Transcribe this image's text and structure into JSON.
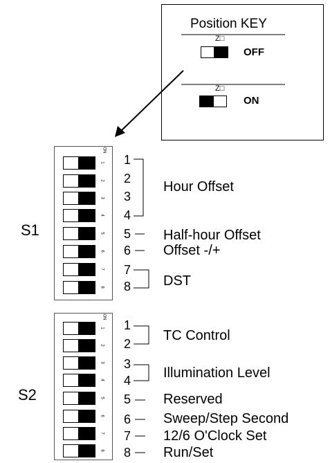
{
  "key": {
    "title": "Position KEY",
    "on_letters": "Z□",
    "off_label": "OFF",
    "on_label": "ON"
  },
  "banks": [
    {
      "name": "S1",
      "switch_numbers": [
        "1",
        "2",
        "3",
        "4",
        "5",
        "6",
        "7",
        "8"
      ],
      "switch_state": [
        "off",
        "off",
        "off",
        "off",
        "off",
        "off",
        "off",
        "off"
      ],
      "pins": [
        "1",
        "2",
        "3",
        "4",
        "5",
        "6",
        "7",
        "8"
      ],
      "functions": [
        "Hour Offset",
        "Half-hour Offset",
        "Offset  -/+",
        "DST"
      ]
    },
    {
      "name": "S2",
      "switch_numbers": [
        "1",
        "2",
        "3",
        "4",
        "5",
        "6",
        "7",
        "8"
      ],
      "switch_state": [
        "off",
        "off",
        "off",
        "off",
        "off",
        "off",
        "off",
        "off"
      ],
      "pins": [
        "1",
        "2",
        "3",
        "4",
        "5",
        "6",
        "7",
        "8"
      ],
      "functions": [
        "TC Control",
        "Illumination Level",
        "Reserved",
        "Sweep/Step Second",
        "12/6 O'Clock Set",
        "Run/Set"
      ]
    }
  ],
  "header_mark": "ON"
}
